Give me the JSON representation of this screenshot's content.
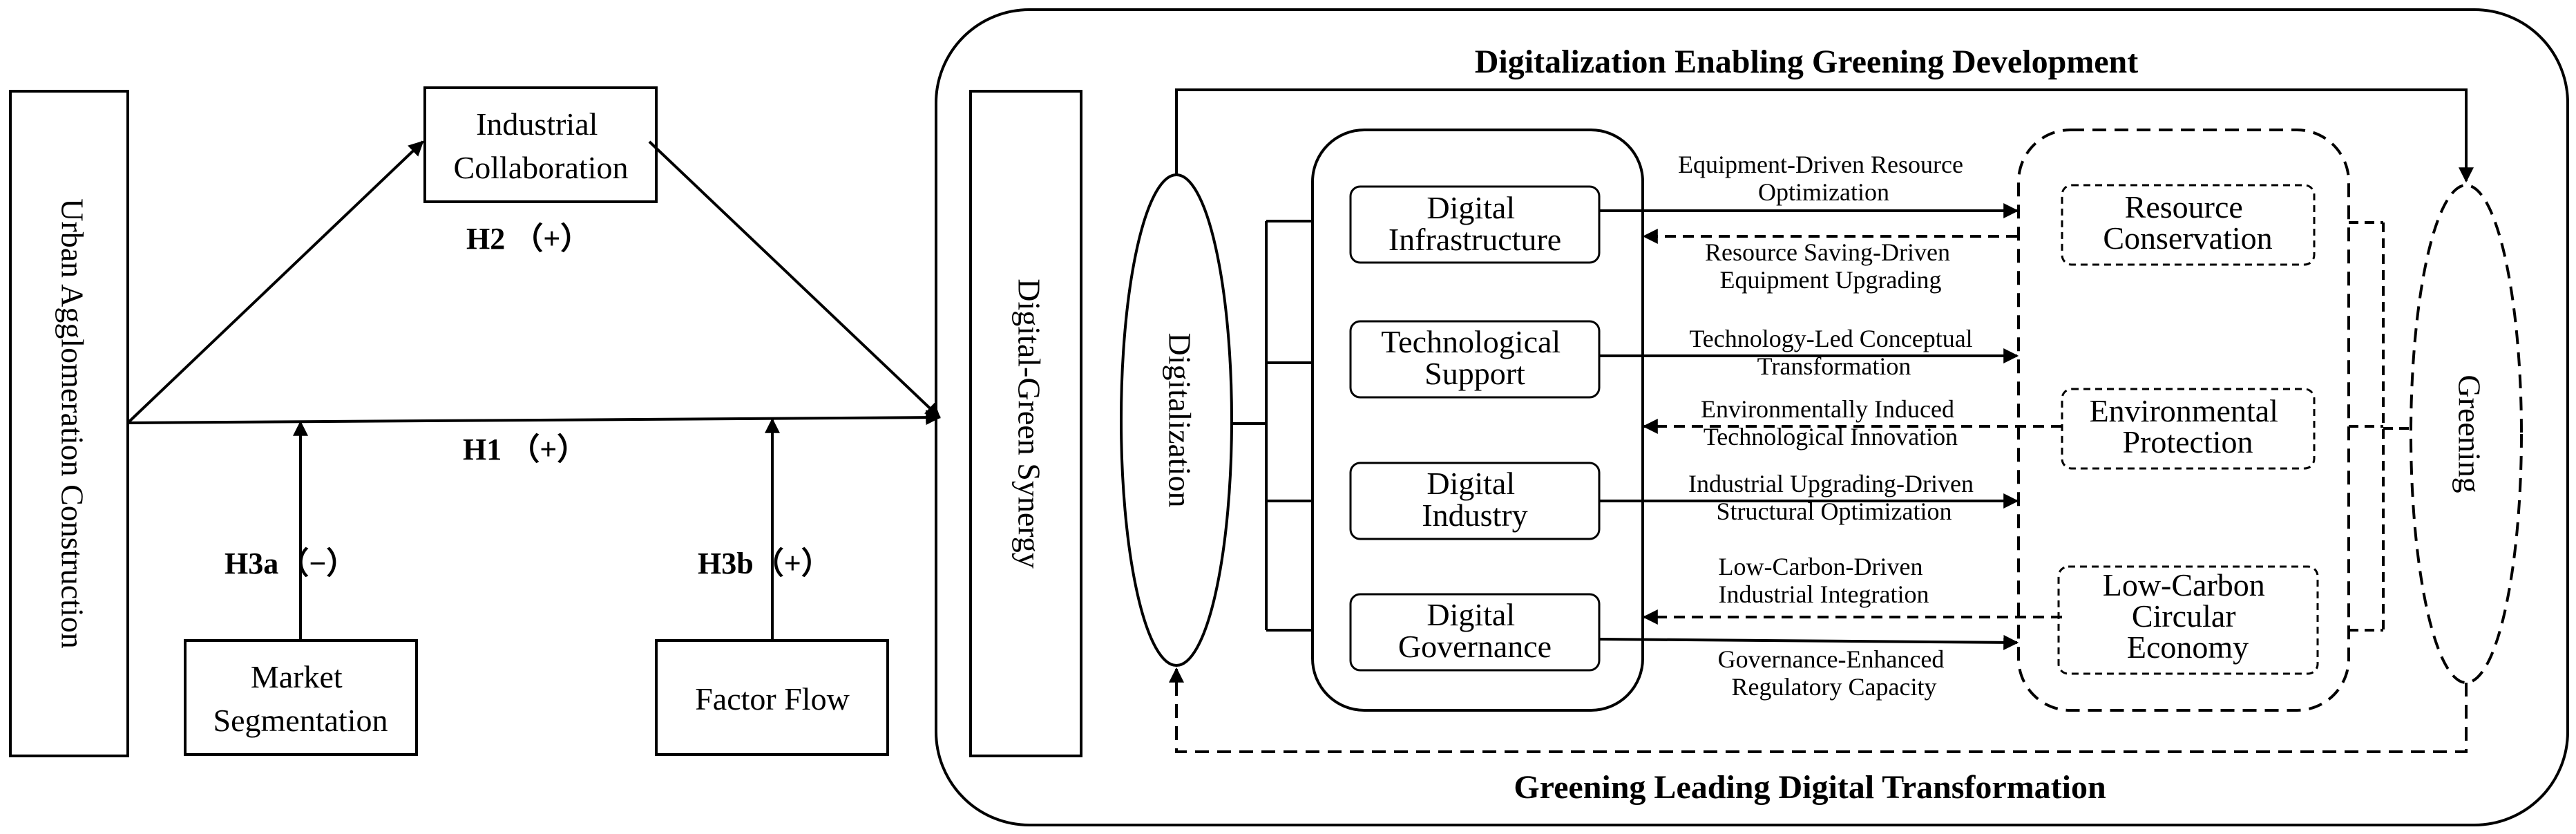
{
  "left_model": {
    "urban_agglomeration": "Urban Agglomeration Construction",
    "industrial_collaboration": [
      "Industrial",
      "Collaboration"
    ],
    "market_segmentation": [
      "Market",
      "Segmentation"
    ],
    "factor_flow": "Factor Flow",
    "digital_green_synergy": "Digital-Green Synergy",
    "hypotheses": {
      "h1": "H1 （+）",
      "h2": "H2 （+）",
      "h3a": "H3a（−）",
      "h3b": "H3b（+）"
    }
  },
  "right_model": {
    "top_title": "Digitalization Enabling Greening Development",
    "bottom_title": "Greening Leading Digital Transformation",
    "digitalization": "Digitalization",
    "greening": "Greening",
    "digital_components": [
      [
        "Digital",
        "Infrastructure"
      ],
      [
        "Technological",
        "Support"
      ],
      [
        "Digital",
        "Industry"
      ],
      [
        "Digital",
        "Governance"
      ]
    ],
    "green_components": [
      [
        "Resource",
        "Conservation"
      ],
      [
        "Environmental",
        "Protection"
      ],
      [
        "Low-Carbon",
        "Circular",
        "Economy"
      ]
    ],
    "mechanisms": [
      [
        "Equipment-Driven Resource",
        "Optimization"
      ],
      [
        "Resource Saving-Driven",
        "Equipment Upgrading"
      ],
      [
        "Technology-Led Conceptual",
        "Transformation"
      ],
      [
        "Environmentally Induced",
        "Technological Innovation"
      ],
      [
        "Industrial Upgrading-Driven",
        "Structural Optimization"
      ],
      [
        "Low-Carbon-Driven",
        "Industrial Integration"
      ],
      [
        "Governance-Enhanced",
        "Regulatory Capacity"
      ]
    ]
  }
}
